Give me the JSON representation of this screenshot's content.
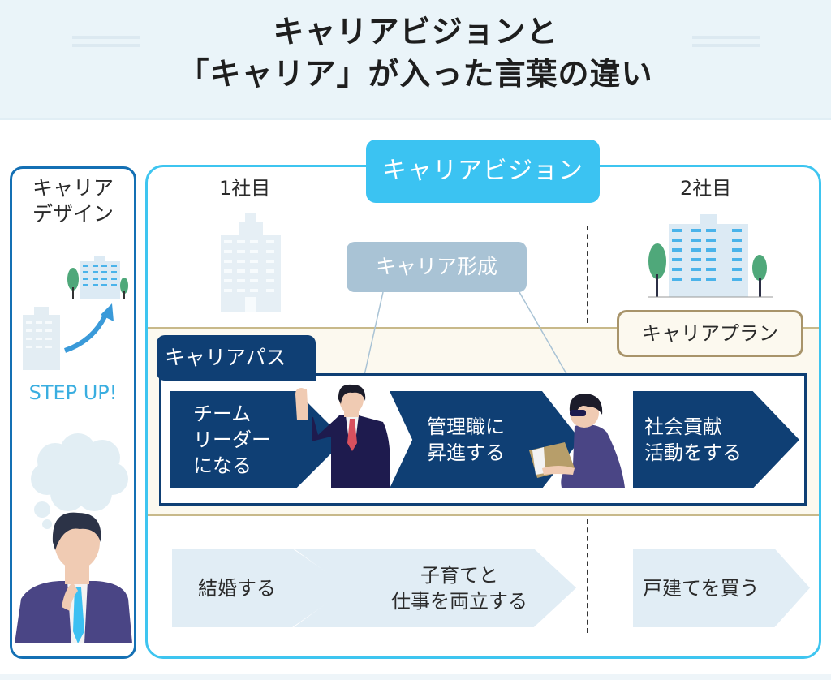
{
  "header": {
    "title_line1": "キャリアビジョンと",
    "title_line2": "「キャリア」が入った言葉の違い"
  },
  "left_panel": {
    "title": "キャリア\nデザイン",
    "title_line1": "キャリア",
    "title_line2": "デザイン",
    "step_up": "STEP UP!"
  },
  "main": {
    "vision_label": "キャリアビジョン",
    "company1": "1社目",
    "company2": "2社目",
    "formation_label": "キャリア形成",
    "plan_label": "キャリアプラン",
    "path_label": "キャリアパス",
    "career_steps": [
      {
        "line1": "チーム",
        "line2": "リーダー",
        "line3": "になる"
      },
      {
        "line1": "管理職に",
        "line2": "昇進する"
      },
      {
        "line1": "社会貢献",
        "line2": "活動をする"
      }
    ],
    "life_steps": [
      {
        "line1": "結婚する"
      },
      {
        "line1": "子育てと",
        "line2": "仕事を両立する"
      },
      {
        "line1": "戸建てを買う"
      }
    ]
  },
  "colors": {
    "accent_cyan": "#3bc3f2",
    "navy": "#0f3f74",
    "formation_gray_blue": "#a9c3d5",
    "plan_border_gold": "#a8946a",
    "band_cream": "#fcf9ef",
    "life_light_blue": "#e1edf5",
    "left_border_blue": "#1470b4",
    "header_bg": "#eaf4f9"
  }
}
